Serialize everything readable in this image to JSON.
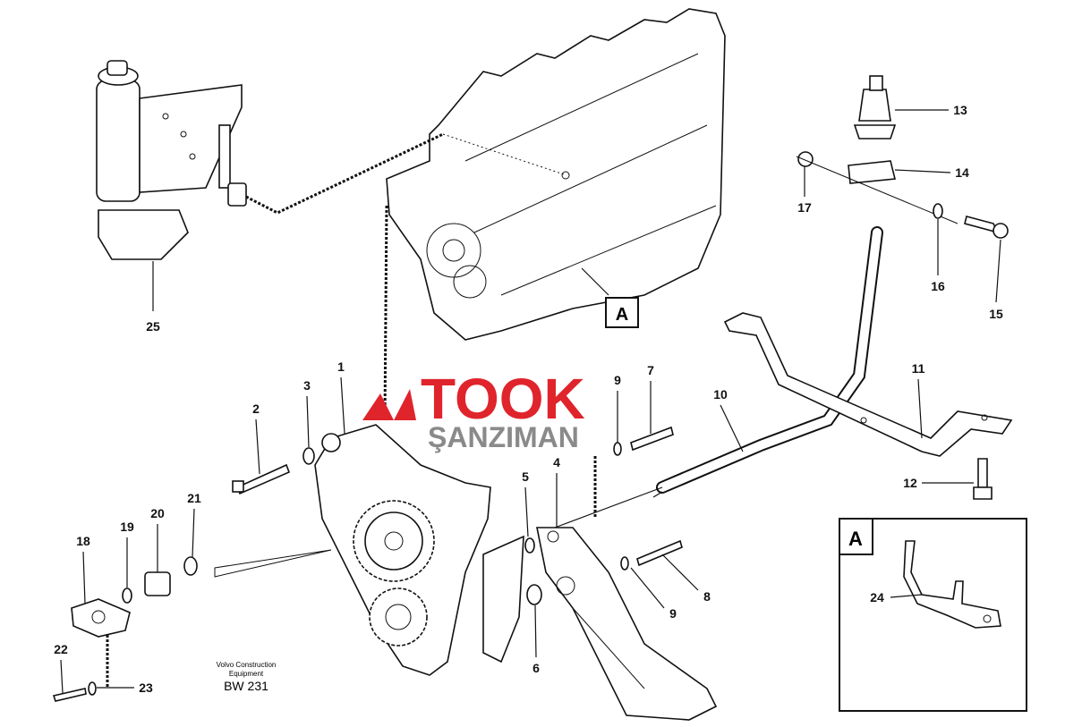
{
  "diagram": {
    "callouts": {
      "c1": "1",
      "c2": "2",
      "c3": "3",
      "c4": "4",
      "c5": "5",
      "c6": "6",
      "c7": "7",
      "c8": "8",
      "c9a": "9",
      "c9b": "9",
      "c10": "10",
      "c11": "11",
      "c12": "12",
      "c13": "13",
      "c14": "14",
      "c15": "15",
      "c16": "16",
      "c17": "17",
      "c18": "18",
      "c19": "19",
      "c20": "20",
      "c21": "21",
      "c22": "22",
      "c23": "23",
      "c24": "24",
      "c25": "25"
    },
    "detail_marker": "A",
    "detail_box_label": "A",
    "footer": {
      "line1": "Volvo Construction",
      "line2": "Equipment",
      "code": "BW 231"
    },
    "watermark": {
      "brand": "TOOK",
      "sub": "ŞANZIMAN",
      "color": "#e0242c"
    }
  }
}
